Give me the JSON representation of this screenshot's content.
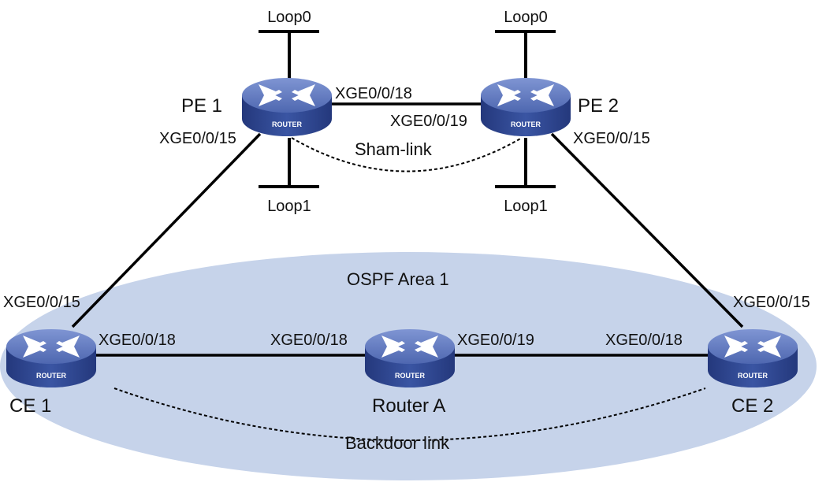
{
  "area": {
    "label": "OSPF Area 1"
  },
  "routers": {
    "pe1": {
      "name": "PE 1",
      "badge": "ROUTER"
    },
    "pe2": {
      "name": "PE 2",
      "badge": "ROUTER"
    },
    "ce1": {
      "name": "CE 1",
      "badge": "ROUTER"
    },
    "ce2": {
      "name": "CE 2",
      "badge": "ROUTER"
    },
    "ra": {
      "name": "Router A",
      "badge": "ROUTER"
    }
  },
  "loopbacks": {
    "pe1_loop0": "Loop0",
    "pe1_loop1": "Loop1",
    "pe2_loop0": "Loop0",
    "pe2_loop1": "Loop1"
  },
  "interfaces": {
    "pe1_to_pe2": "XGE0/0/18",
    "pe2_to_pe1": "XGE0/0/19",
    "pe1_to_ce1": "XGE0/0/15",
    "pe2_to_ce2": "XGE0/0/15",
    "ce1_to_pe1": "XGE0/0/15",
    "ce2_to_pe2": "XGE0/0/15",
    "ce1_to_ra": "XGE0/0/18",
    "ra_to_ce1": "XGE0/0/18",
    "ra_to_ce2": "XGE0/0/19",
    "ce2_to_ra": "XGE0/0/18"
  },
  "links": {
    "sham": "Sham-link",
    "backdoor": "Backdoor link"
  },
  "colors": {
    "area_fill": "#c6d3ea",
    "router_top": "#5a72b8",
    "router_side": "#2e4590",
    "line": "#000000"
  }
}
